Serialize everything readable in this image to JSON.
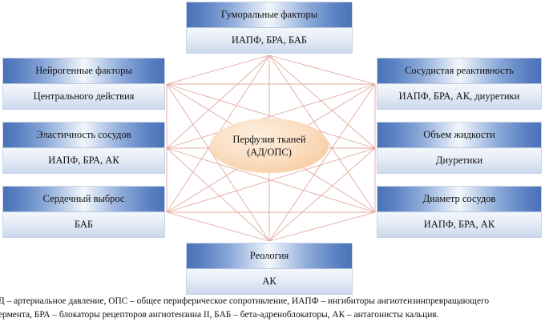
{
  "diagram": {
    "center": {
      "line1": "Перфузия тканей",
      "line2": "(АД/ОПС)",
      "fill": "#f8cfa6"
    },
    "connector_color": "#e2a9a0",
    "header_color": "#4a72b8",
    "nodes": [
      {
        "id": "top",
        "title": "Гуморальные факторы",
        "drugs": "ИАПФ, БРА, БАБ"
      },
      {
        "id": "left-1",
        "title": "Нейрогенные факторы",
        "drugs": "Центрального действия"
      },
      {
        "id": "left-2",
        "title": "Эластичность сосудов",
        "drugs": "ИАПФ, БРА, АК"
      },
      {
        "id": "left-3",
        "title": "Сердечный выброс",
        "drugs": "БАБ"
      },
      {
        "id": "right-1",
        "title": "Сосудистая реактивность",
        "drugs": "ИАПФ, БРА, АК, диуретики"
      },
      {
        "id": "right-2",
        "title": "Объем жидкости",
        "drugs": "Диуретики"
      },
      {
        "id": "right-3",
        "title": "Диаметр сосудов",
        "drugs": "ИАПФ, БРА, АК"
      },
      {
        "id": "bottom",
        "title": "Реология",
        "drugs": "АК"
      }
    ]
  },
  "footnote": {
    "line1": "Д – артериальное давление, ОПС – общее периферическое сопротивление, ИАПФ – ингибиторы ангиотензинпревращающего",
    "line2": "ермента, БРА – блокаторы рецепторов ангиотензина II, БАБ – бета-адреноблокаторы, АК – антагонисты кальция."
  }
}
